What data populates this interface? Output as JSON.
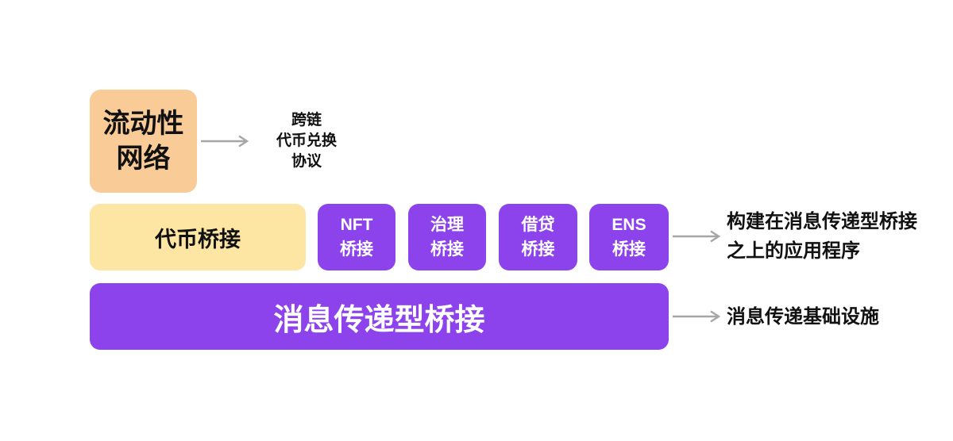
{
  "diagram": {
    "title_semantic": "cross-chain-bridge-architecture",
    "colors": {
      "background": "#FFFFFF",
      "liquidity_box": "#F8CB97",
      "token_bridge_box": "#FDE5A3",
      "purple_box": "#8C43EC",
      "arrow": "#A6A6A6",
      "text_dark": "#111111",
      "text_light": "#FFFFFF"
    },
    "liquidity_box": {
      "line1": "流动性",
      "line2": "网络"
    },
    "liquidity_annotation": {
      "line1": "跨链",
      "line2": "代币兑换",
      "line3": "协议"
    },
    "token_bridge": {
      "label": "代币桥接"
    },
    "app_bridges": [
      {
        "line1": "NFT",
        "line2": "桥接"
      },
      {
        "line1": "治理",
        "line2": "桥接"
      },
      {
        "line1": "借贷",
        "line2": "桥接"
      },
      {
        "line1": "ENS",
        "line2": "桥接"
      }
    ],
    "apps_annotation": {
      "line1": "构建在消息传递型桥接",
      "line2": "之上的应用程序"
    },
    "message_bridge": {
      "label": "消息传递型桥接"
    },
    "message_annotation": {
      "label": "消息传递基础设施"
    }
  }
}
